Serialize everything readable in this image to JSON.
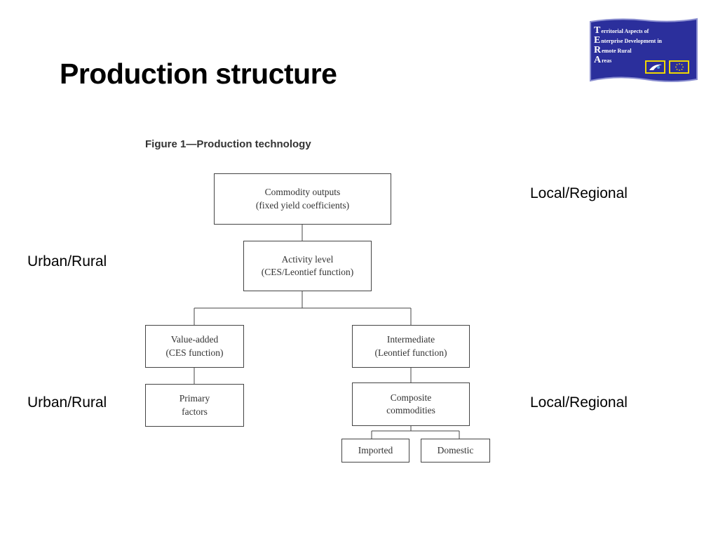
{
  "slide": {
    "title": "Production structure"
  },
  "labels": {
    "top_right": "Local/Regional",
    "upper_left": "Urban/Rural",
    "lower_left": "Urban/Rural",
    "lower_right": "Local/Regional"
  },
  "figure": {
    "caption": "Figure 1—Production technology",
    "nodes": {
      "commodity_outputs": [
        "Commodity outputs",
        "(fixed yield coefficients)"
      ],
      "activity_level": [
        "Activity level",
        "(CES/Leontief function)"
      ],
      "value_added": [
        "Value-added",
        "(CES function)"
      ],
      "intermediate": [
        "Intermediate",
        "(Leontief function)"
      ],
      "primary_factors": [
        "Primary",
        "factors"
      ],
      "composite_commodities": [
        "Composite",
        "commodities"
      ],
      "imported": [
        "Imported"
      ],
      "domestic": [
        "Domestic"
      ]
    }
  },
  "logo": {
    "lines": [
      {
        "initial": "T",
        "rest": "erritorial Aspects of"
      },
      {
        "initial": "E",
        "rest": "nterprise Development in"
      },
      {
        "initial": "R",
        "rest": "emote Rural"
      },
      {
        "initial": "A",
        "rest": "reas"
      }
    ],
    "flag_color": "#2b2f9c",
    "badge_border_color": "#f0d800"
  }
}
